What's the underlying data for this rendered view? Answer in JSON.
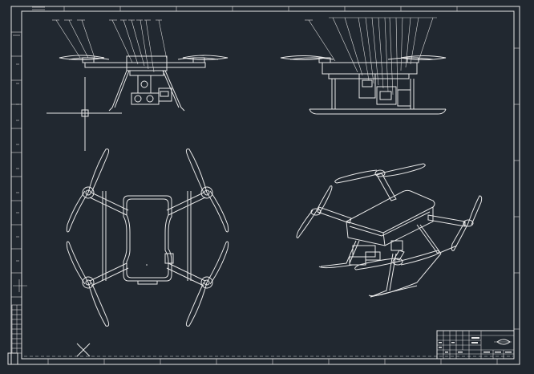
{
  "viewport": {
    "background": "#212830",
    "line_color": "#e8e8e8"
  },
  "views": [
    {
      "name": "front-view"
    },
    {
      "name": "side-view"
    },
    {
      "name": "top-view"
    },
    {
      "name": "isometric-view"
    }
  ],
  "title_block": {
    "name": "title-block"
  },
  "ucs": {
    "name": "ucs-icon"
  }
}
